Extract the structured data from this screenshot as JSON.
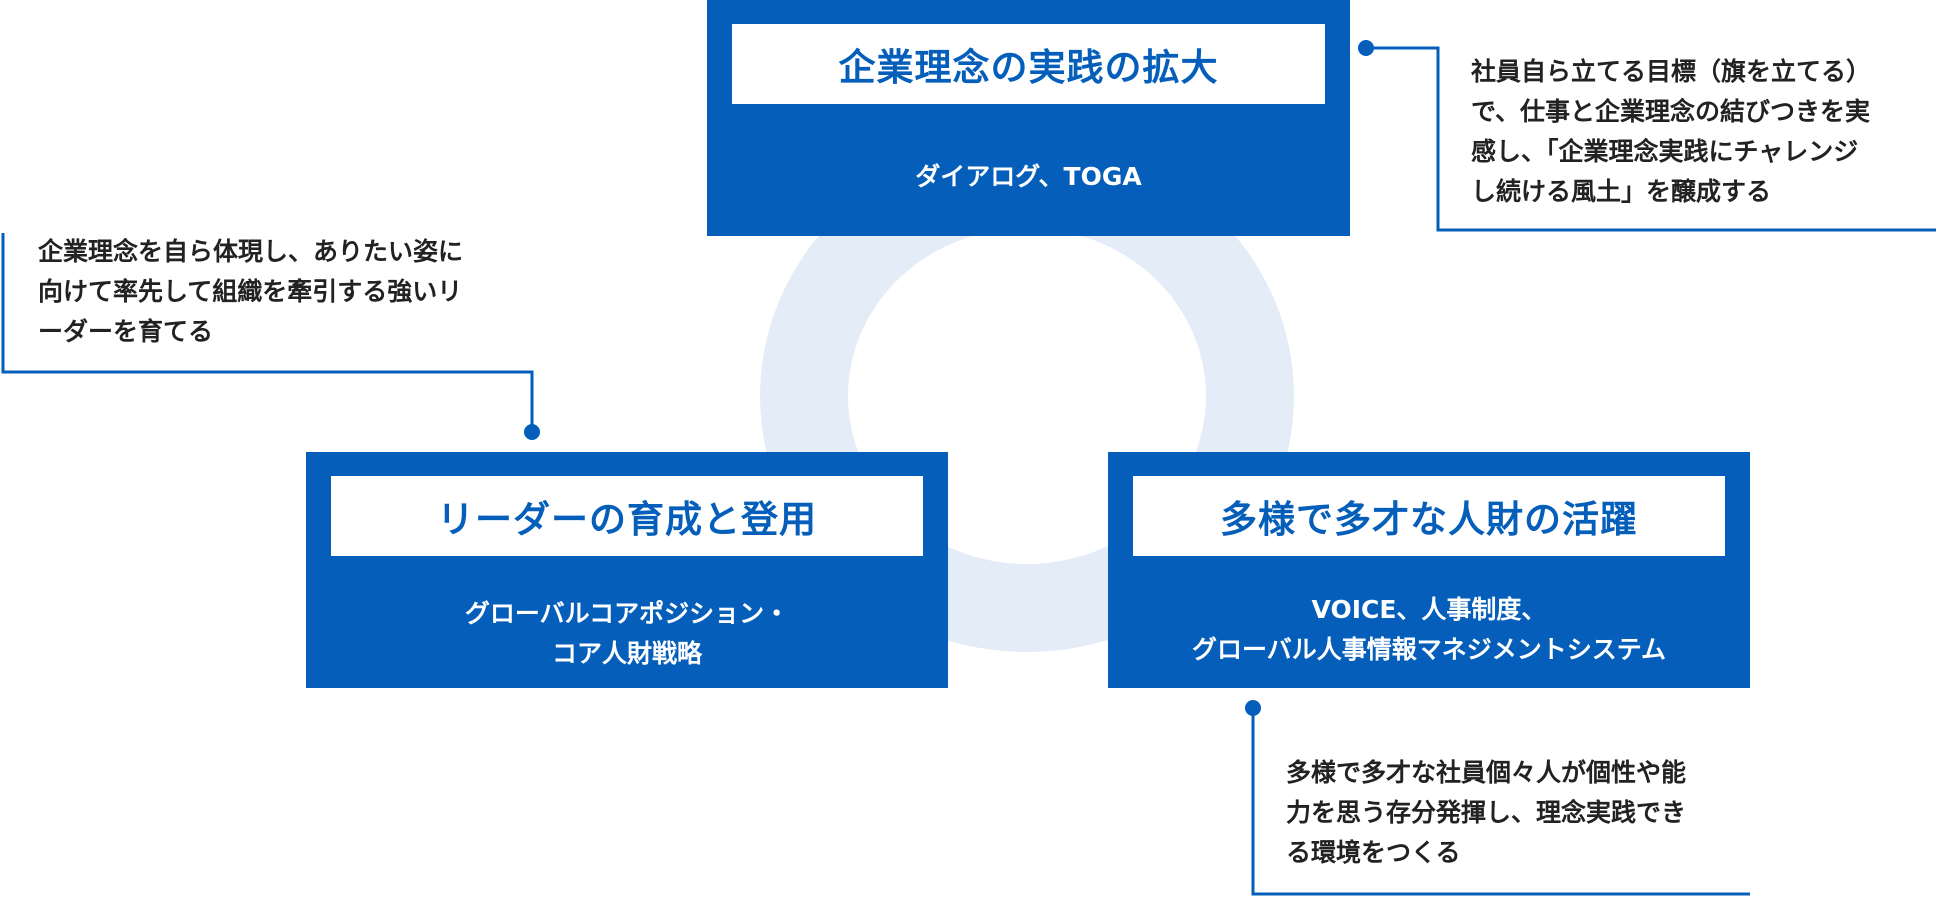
{
  "accent_color": "#055fba",
  "ring_color": "#e4ecf7",
  "top_panel": {
    "title": "企業理念の実践の拡大",
    "sub_line1": "ダイアログ、TOGA"
  },
  "left_panel": {
    "title": "リーダーの育成と登用",
    "sub_line1": "グローバルコアポジション・",
    "sub_line2": "コア人財戦略"
  },
  "right_panel": {
    "title": "多様で多才な人財の活躍",
    "sub_line1": "VOICE、人事制度、",
    "sub_line2": "グローバル人事情報マネジメントシステム"
  },
  "top_note": {
    "line1": "社員自ら立てる目標（旗を立てる）",
    "line2": "で、仕事と企業理念の結びつきを実",
    "line3": "感し、「企業理念実践にチャレンジ",
    "line4": "し続ける風土」を醸成する"
  },
  "left_note": {
    "line1": "企業理念を自ら体現し、ありたい姿に",
    "line2": "向けて率先して組織を牽引する強いリ",
    "line3": "ーダーを育てる"
  },
  "bottom_note": {
    "line1": "多様で多才な社員個々人が個性や能",
    "line2": "力を思う存分発揮し、理念実践でき",
    "line3": "る環境をつくる"
  }
}
